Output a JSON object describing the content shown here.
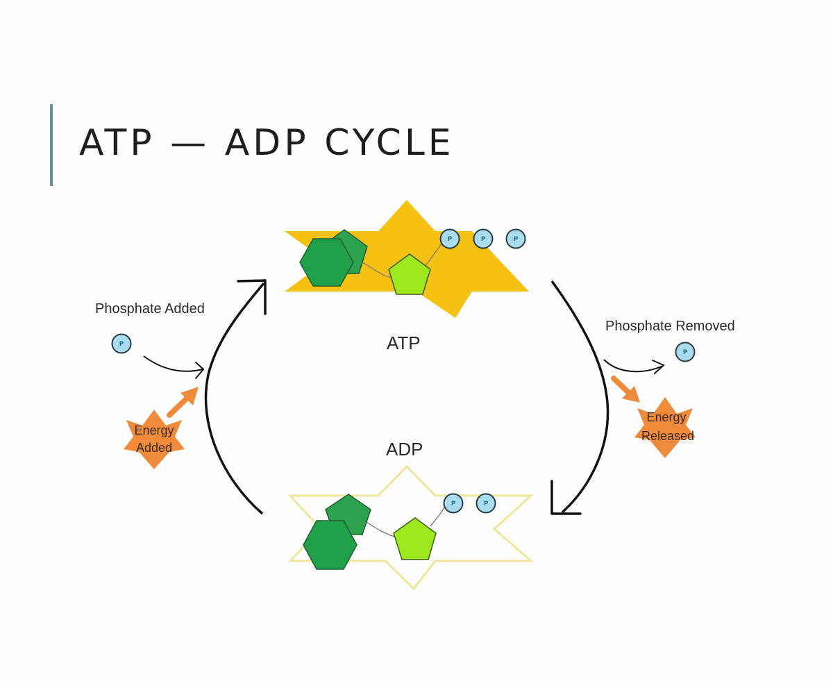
{
  "slide": {
    "title": "ATP — ADP CYCLE"
  },
  "diagram": {
    "atp_label": "ATP",
    "adp_label": "ADP",
    "phosphate_added_label": "Phosphate Added",
    "phosphate_removed_label": "Phosphate Removed",
    "energy_added_line1": "Energy",
    "energy_added_line2": "Added",
    "energy_released_line1": "Energy",
    "energy_released_line2": "Released",
    "phosphate_symbol": "P"
  },
  "colors": {
    "atp_backdrop": "#f5c113",
    "adp_backdrop_outline": "#ede89a",
    "base_dark_green": "#21a04a",
    "base_medium_green": "#2ca24f",
    "sugar_lime": "#9ee81e",
    "phosphate_fill": "#a9dcef",
    "energy_orange": "#f08b3c",
    "arrow_black": "#111111",
    "title_accent": "#6f8f98"
  }
}
